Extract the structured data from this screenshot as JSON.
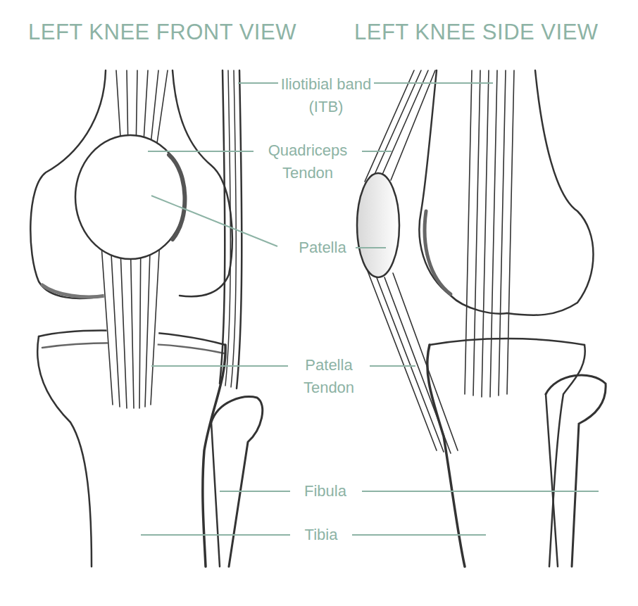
{
  "diagram": {
    "labels": [
      "LEFT KNEE FRONT VIEW",
      "LEFT KNEE SIDE VIEW",
      "Iliotibial band (ITB)",
      "Quadriceps Tendon",
      "Patella",
      "Patella Tendon",
      "Fibula",
      "Tibia"
    ]
  }
}
